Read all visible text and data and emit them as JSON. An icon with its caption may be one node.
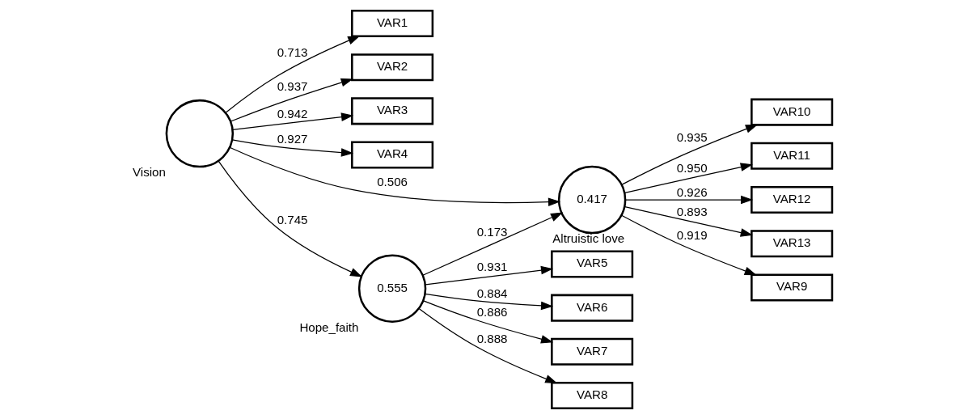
{
  "diagram": {
    "nodes": [
      {
        "text": [
          "VAR1"
        ]
      },
      {
        "text": [
          "VAR2"
        ]
      },
      {
        "text": [
          "VAR3"
        ]
      },
      {
        "text": [
          "VAR4"
        ]
      },
      {
        "text": [],
        "shape": "circle",
        "beside": [
          "Vision"
        ]
      },
      {
        "text": [
          "VAR10"
        ]
      },
      {
        "text": [
          "VAR11"
        ]
      },
      {
        "text": [
          "VAR12"
        ]
      },
      {
        "text": [
          "VAR13"
        ]
      },
      {
        "text": [
          "VAR9"
        ]
      },
      {
        "text": [
          "0.417"
        ],
        "beside": [
          "Altruistic love"
        ]
      },
      {
        "text": [
          "VAR5"
        ]
      },
      {
        "text": [
          "VAR6"
        ]
      },
      {
        "text": [
          "VAR7"
        ]
      },
      {
        "text": [
          "VAR8"
        ]
      },
      {
        "text": [
          "0.555"
        ],
        "beside": [
          "Hope_faith"
        ]
      }
    ],
    "edges": [
      {
        "from": 4,
        "to": 0,
        "arrow": "to",
        "label": "0.713"
      },
      {
        "from": 4,
        "to": 1,
        "arrow": "to",
        "label": "0.937"
      },
      {
        "from": 4,
        "to": 2,
        "arrow": "to",
        "label": "0.942"
      },
      {
        "from": 4,
        "to": 3,
        "arrow": "to",
        "label": "0.927"
      },
      {
        "from": 4,
        "to": 10,
        "arrow": "to",
        "label": "0.506"
      },
      {
        "from": 4,
        "to": 15,
        "arrow": "to",
        "label": "0.745"
      },
      {
        "from": 15,
        "to": 10,
        "arrow": "to",
        "label": "0.173"
      },
      {
        "from": 10,
        "to": 5,
        "arrow": "to",
        "label": "0.935"
      },
      {
        "from": 10,
        "to": 6,
        "arrow": "to",
        "label": "0.950"
      },
      {
        "from": 10,
        "to": 7,
        "arrow": "to",
        "label": "0.926"
      },
      {
        "from": 10,
        "to": 8,
        "arrow": "to",
        "label": "0.893"
      },
      {
        "from": 10,
        "to": 9,
        "arrow": "to",
        "label": "0.919"
      },
      {
        "from": 15,
        "to": 11,
        "arrow": "to",
        "label": "0.931"
      },
      {
        "from": 15,
        "to": 12,
        "arrow": "to",
        "label": "0.884"
      },
      {
        "from": 15,
        "to": 13,
        "arrow": "to",
        "label": "0.886"
      },
      {
        "from": 15,
        "to": 14,
        "arrow": "to",
        "label": "0.888"
      }
    ]
  }
}
